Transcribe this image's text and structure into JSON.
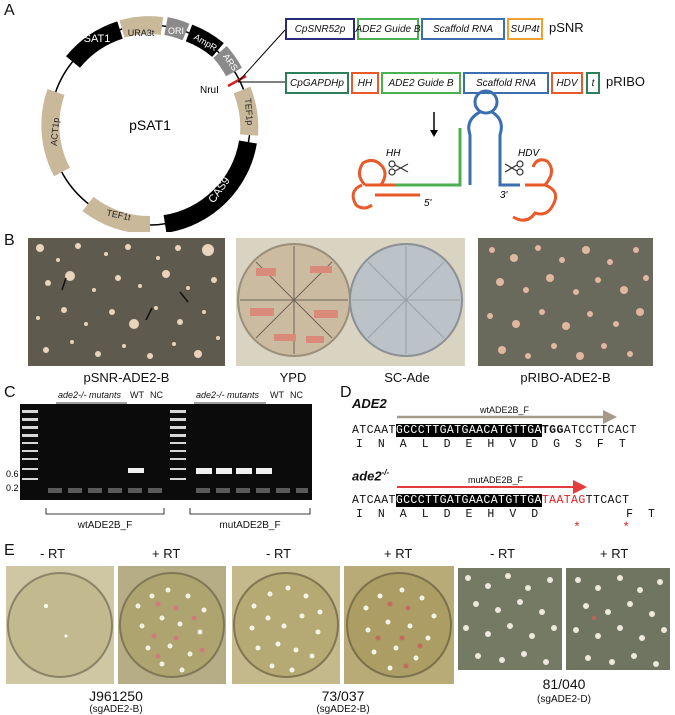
{
  "panels": {
    "A": "A",
    "B": "B",
    "C": "C",
    "D": "D",
    "E": "E"
  },
  "panelA": {
    "plasmid_name": "pSAT1",
    "segments": {
      "sat1": "SAT1",
      "ura3t": "URA3t",
      "ori": "ORI",
      "ampr": "AmpR",
      "ars": "ARS",
      "tef1p": "TEF1p",
      "cas9": "CAS9",
      "tef1t": "TEF1t",
      "act1p": "ACT1p"
    },
    "site": "NruI",
    "psnr": {
      "name": "pSNR",
      "parts": [
        "CpSNR52p",
        "ADE2   Guide B",
        "Scaffold RNA",
        "SUP4t"
      ]
    },
    "pribo": {
      "name": "pRIBO",
      "parts": [
        "CpGAPDHp",
        "HH",
        "ADE2  Guide B",
        "Scaffold RNA",
        "HDV",
        "t"
      ]
    },
    "ribozyme": {
      "hh": "HH",
      "hdv": "HDV",
      "five": "5'",
      "three": "3'"
    },
    "colors": {
      "plasmid_black": "#000000",
      "plasmid_tan": "#c9b89a",
      "plasmid_gray": "#8a8a8a",
      "snr_promoter": "#2c2a7a",
      "guide": "#4caf50",
      "scaffold": "#3b6fb0",
      "sup4t": "#f0a030",
      "gapdh": "#2e7d5b",
      "hh": "#e85a2a",
      "hdv": "#e85a2a",
      "site": "#d62020"
    }
  },
  "panelB": {
    "captions": [
      "pSNR-ADE2-B",
      "YPD",
      "SC-Ade",
      "pRIBO-ADE2-B"
    ]
  },
  "panelC": {
    "mutants1": "ade2-/- mutants",
    "wt1": "WT",
    "nc1": "NC",
    "mutants2": "ade2-/- mutants",
    "wt2": "WT",
    "nc2": "NC",
    "ladder_marks": [
      "0.6",
      "0.2"
    ],
    "primers": [
      "wtADE2B_F",
      "mutADE2B_F"
    ]
  },
  "panelD": {
    "wt_title": "ADE2",
    "wt_primer": "wtADE2B_F",
    "wt_seq_pre": "ATCAAT",
    "wt_seq_hl": "GCCCTTGATGAACATGTTGA",
    "wt_seq_bold": "TGG",
    "wt_seq_post": "ATCCTTCACT",
    "wt_aa": "I  N  A  L  D  E  H  V  D  G  S  F  T",
    "mut_title": "ade2",
    "mut_sup": "-/-",
    "mut_primer": "mutADE2B_F",
    "mut_seq_pre": "ATCAAT",
    "mut_seq_hl": "GCCCTTGATGAACATGTTGA",
    "mut_seq_red": "TAATAG",
    "mut_seq_post": "TTCACT",
    "mut_aa_pre": "I  N  A  L  D  E  H  V  D",
    "mut_aa_post": "F  T",
    "stops": "*     *",
    "colors": {
      "wt_arrow": "#a59a8a",
      "mut_arrow": "#e43b3b",
      "stop": "#e02020"
    }
  },
  "panelE": {
    "groups": [
      {
        "minus": "- RT",
        "plus": "+ RT",
        "strain": "J961250",
        "guide": "(sgADE2-B)"
      },
      {
        "minus": "- RT",
        "plus": "+ RT",
        "strain": "73/037",
        "guide": "(sgADE2-B)"
      },
      {
        "minus": "- RT",
        "plus": "+ RT",
        "strain": "81/040",
        "guide": "(sgADE2-D)"
      }
    ]
  }
}
